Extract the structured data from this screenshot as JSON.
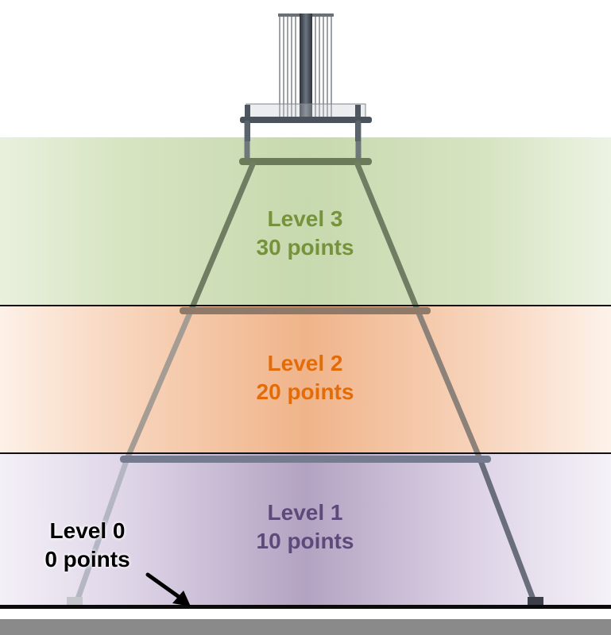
{
  "levels": [
    {
      "name": "Level 3",
      "points": "30 points",
      "color": "#76923c"
    },
    {
      "name": "Level 2",
      "points": "20 points",
      "color": "#e36c09"
    },
    {
      "name": "Level 1",
      "points": "10 points",
      "color": "#5f497a"
    },
    {
      "name": "Level 0",
      "points": "0 points",
      "color": "#000000"
    }
  ],
  "icons": {
    "basket": "disc-golf-basket-icon",
    "arrow": "arrow-icon"
  }
}
